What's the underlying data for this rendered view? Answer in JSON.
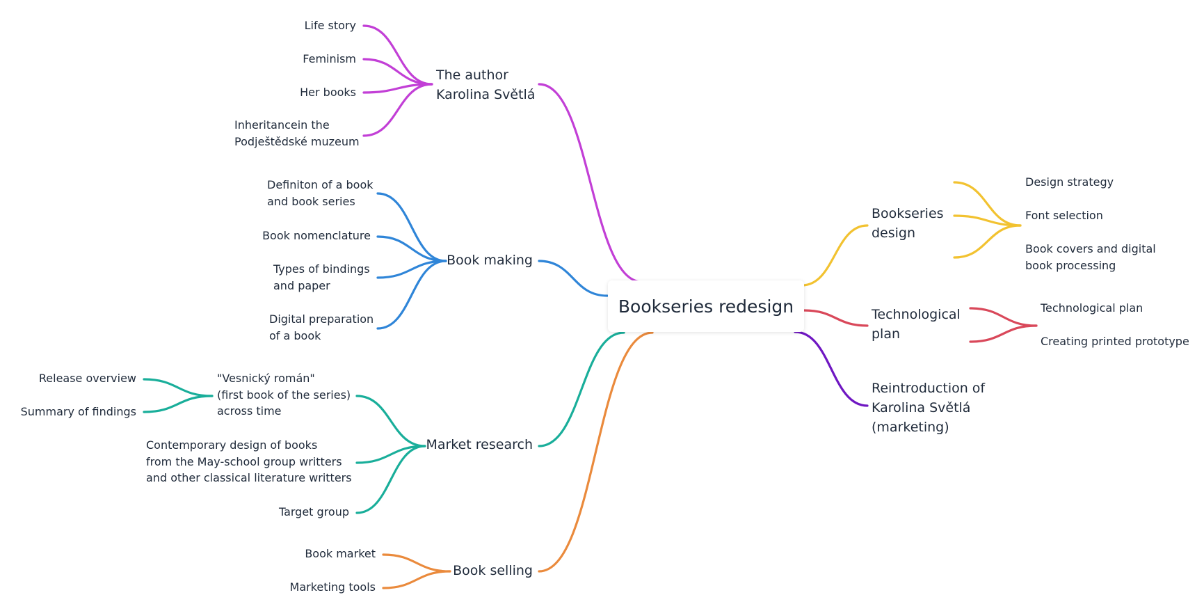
{
  "central": {
    "label": "Bookseries redesign"
  },
  "branches": {
    "author": {
      "label": "The author\nKarolina Světlá",
      "color": "#c23fd6",
      "children": [
        "Life story",
        "Feminism",
        "Her books",
        "Inheritancein the\nPodještědské muzeum"
      ]
    },
    "making": {
      "label": "Book making",
      "color": "#2f85d8",
      "children": [
        "Definiton of a book\nand book series",
        "Book nomenclature",
        "Types of bindings\nand paper",
        "Digital preparation\nof a book"
      ]
    },
    "market": {
      "label": "Market research",
      "color": "#19ae9a",
      "children": [
        "\"Vesnický román\"\n(first book of the series)\nacross time",
        "Contemporary design of books\nfrom the May-school group writters\nand other classical literature writters",
        "Target group"
      ],
      "grandchildren": [
        "Release overview",
        "Summary of findings"
      ]
    },
    "selling": {
      "label": "Book selling",
      "color": "#ea8a3c",
      "children": [
        "Book market",
        "Marketing tools"
      ]
    },
    "design": {
      "label": "Bookseries\ndesign",
      "color": "#f2c230",
      "children": [
        "Design strategy",
        "Font selection",
        "Book covers and digital\nbook processing"
      ]
    },
    "tech": {
      "label": "Technological\nplan",
      "color": "#d9485a",
      "children": [
        "Technological plan",
        "Creating printed prototype"
      ]
    },
    "marketing": {
      "label": "Reintroduction of\nKarolina Světlá\n(marketing)",
      "color": "#6f17c2",
      "children": []
    }
  }
}
